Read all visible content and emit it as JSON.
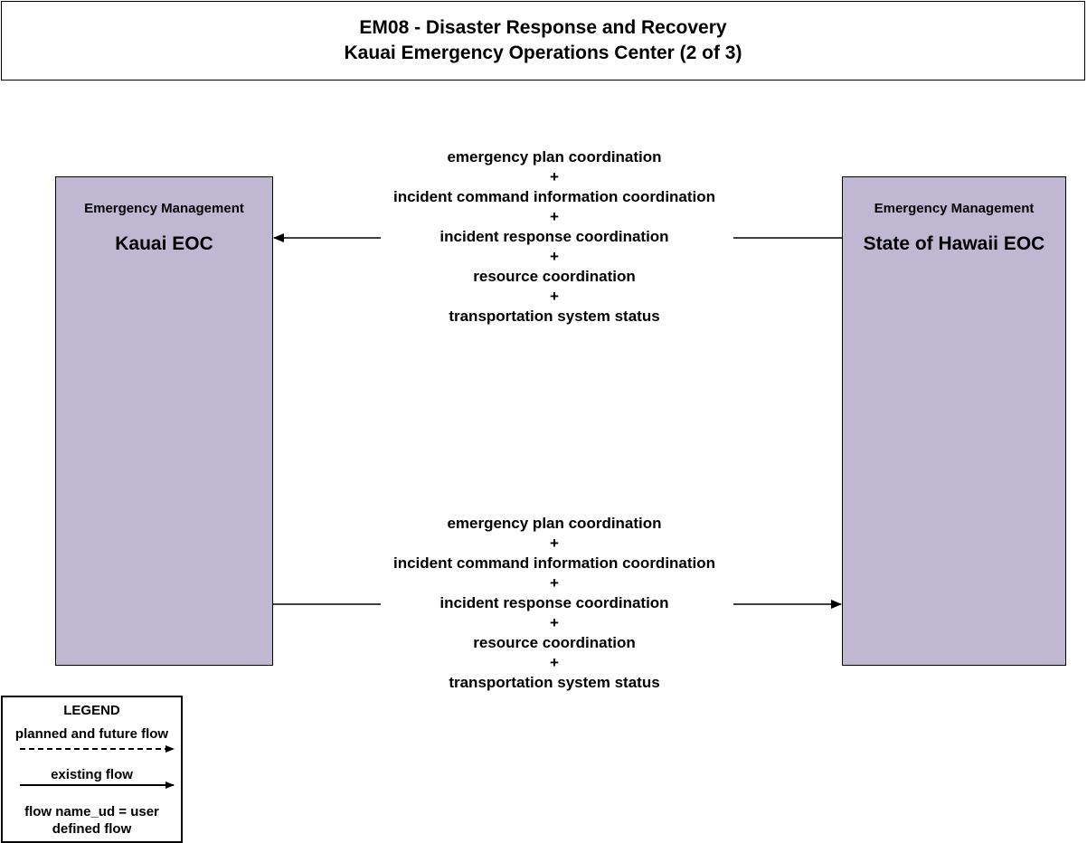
{
  "title": {
    "line1": "EM08 - Disaster Response and Recovery",
    "line2": "Kauai Emergency Operations Center (2 of 3)"
  },
  "entities": {
    "left": {
      "category": "Emergency Management",
      "name": "Kauai EOC"
    },
    "right": {
      "category": "Emergency Management",
      "name": "State of Hawaii EOC"
    }
  },
  "flows": {
    "top": {
      "direction": "right-to-left",
      "lines": [
        "emergency plan coordination",
        "+",
        "incident command information coordination",
        "+",
        "incident response coordination",
        "+",
        "resource coordination",
        "+",
        "transportation system status"
      ]
    },
    "bottom": {
      "direction": "left-to-right",
      "lines": [
        "emergency plan coordination",
        "+",
        "incident command information coordination",
        "+",
        "incident response coordination",
        "+",
        "resource coordination",
        "+",
        "transportation system status"
      ]
    }
  },
  "legend": {
    "title": "LEGEND",
    "planned": "planned and future flow",
    "existing": "existing flow",
    "user_defined": "flow name_ud = user defined flow"
  },
  "colors": {
    "entity_fill": "#c0b8d3",
    "line": "#000000"
  }
}
